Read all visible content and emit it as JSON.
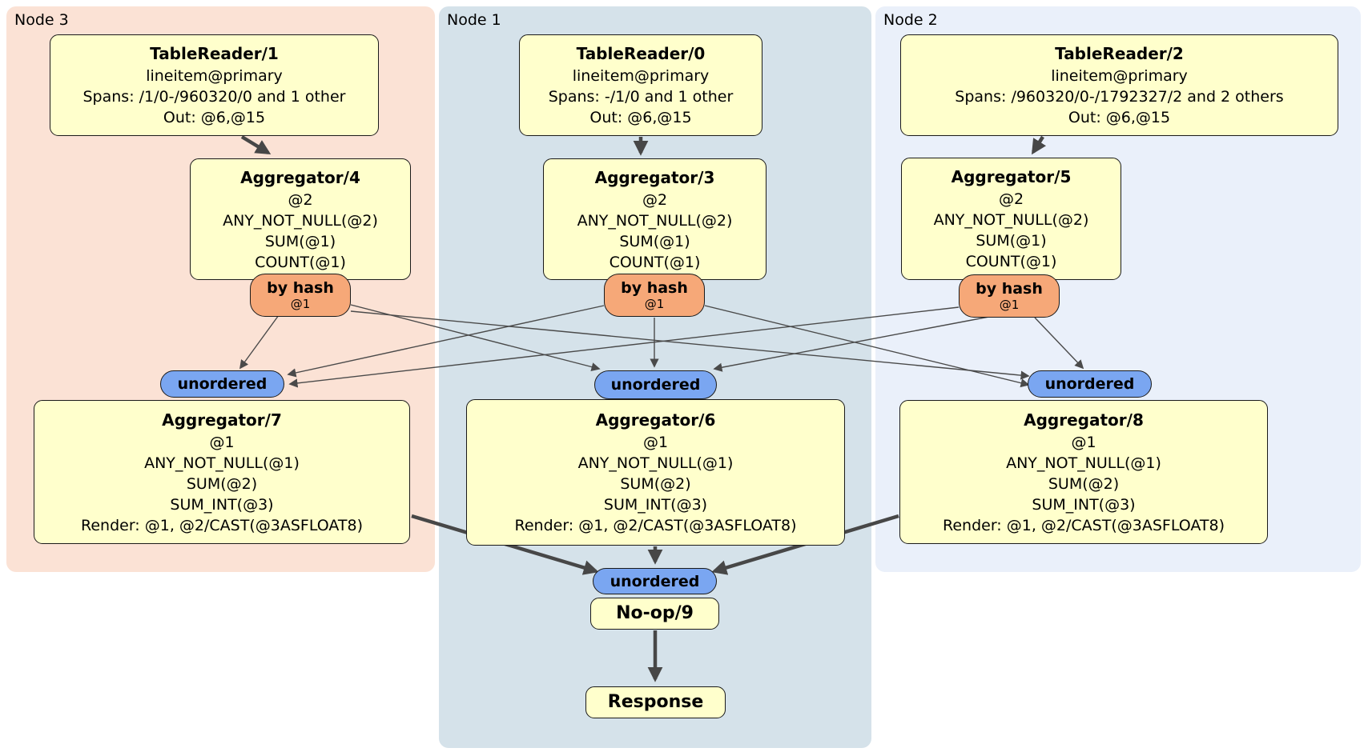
{
  "regions": [
    {
      "label": "Node 3"
    },
    {
      "label": "Node 1"
    },
    {
      "label": "Node 2"
    }
  ],
  "processors": {
    "tr1": {
      "title": "TableReader/1",
      "lines": [
        "lineitem@primary",
        "Spans: /1/0-/960320/0 and 1 other",
        "Out: @6,@15"
      ]
    },
    "tr0": {
      "title": "TableReader/0",
      "lines": [
        "lineitem@primary",
        "Spans: -/1/0 and 1 other",
        "Out: @6,@15"
      ]
    },
    "tr2": {
      "title": "TableReader/2",
      "lines": [
        "lineitem@primary",
        "Spans: /960320/0-/1792327/2 and 2 others",
        "Out: @6,@15"
      ]
    },
    "agg4": {
      "title": "Aggregator/4",
      "lines": [
        "@2",
        "ANY_NOT_NULL(@2)",
        "SUM(@1)",
        "COUNT(@1)"
      ]
    },
    "agg3": {
      "title": "Aggregator/3",
      "lines": [
        "@2",
        "ANY_NOT_NULL(@2)",
        "SUM(@1)",
        "COUNT(@1)"
      ]
    },
    "agg5": {
      "title": "Aggregator/5",
      "lines": [
        "@2",
        "ANY_NOT_NULL(@2)",
        "SUM(@1)",
        "COUNT(@1)"
      ]
    },
    "agg7": {
      "title": "Aggregator/7",
      "lines": [
        "@1",
        "ANY_NOT_NULL(@1)",
        "SUM(@2)",
        "SUM_INT(@3)",
        "Render: @1, @2/CAST(@3ASFLOAT8)"
      ]
    },
    "agg6": {
      "title": "Aggregator/6",
      "lines": [
        "@1",
        "ANY_NOT_NULL(@1)",
        "SUM(@2)",
        "SUM_INT(@3)",
        "Render: @1, @2/CAST(@3ASFLOAT8)"
      ]
    },
    "agg8": {
      "title": "Aggregator/8",
      "lines": [
        "@1",
        "ANY_NOT_NULL(@1)",
        "SUM(@2)",
        "SUM_INT(@3)",
        "Render: @1, @2/CAST(@3ASFLOAT8)"
      ]
    },
    "noop": {
      "title": "No-op/9"
    },
    "response": {
      "title": "Response"
    }
  },
  "routers": {
    "byhash3": {
      "label": "by hash",
      "detail": "@1"
    },
    "byhash1": {
      "label": "by hash",
      "detail": "@1"
    },
    "byhash2": {
      "label": "by hash",
      "detail": "@1"
    }
  },
  "syncs": {
    "un3": {
      "label": "unordered"
    },
    "un1": {
      "label": "unordered"
    },
    "un2": {
      "label": "unordered"
    },
    "unFinal": {
      "label": "unordered"
    }
  },
  "colors": {
    "node3_bg": "#fbe2d5",
    "node1_bg": "#d5e2ea",
    "node2_bg": "#eaf0fa",
    "box_bg": "#ffffcc",
    "router_bg": "#f6a878",
    "sync_bg": "#7aa6f1",
    "edge": "#4a4a4a"
  }
}
